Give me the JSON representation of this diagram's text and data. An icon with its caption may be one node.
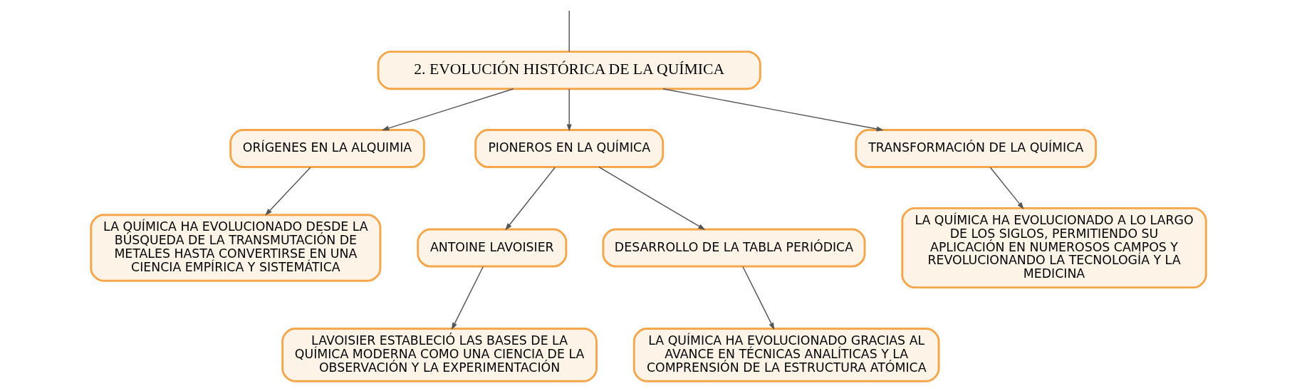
{
  "diagram": {
    "nodes": [
      {
        "text": [
          "2. EVOLUCIÓN HISTÓRICA DE LA QUÍMICA"
        ]
      },
      {
        "text": [
          "ORÍGENES EN LA ALQUIMIA"
        ]
      },
      {
        "text": [
          "PIONEROS EN LA QUÍMICA"
        ]
      },
      {
        "text": [
          "TRANSFORMACIÓN DE LA QUÍMICA"
        ]
      },
      {
        "text": [
          "LA QUÍMICA HA EVOLUCIONADO DESDE LA BÚSQUEDA DE LA TRANSMUTACIÓN DE METALES HASTA CONVERTIRSE EN UNA CIENCIA EMPÍRICA Y SISTEMÁTICA"
        ]
      },
      {
        "text": [
          "ANTOINE LAVOISIER"
        ]
      },
      {
        "text": [
          "DESARROLLO DE LA TABLA PERIÓDICA"
        ]
      },
      {
        "text": [
          "LA QUÍMICA HA EVOLUCIONADO A LO LARGO DE LOS SIGLOS, PERMITIENDO SU APLICACIÓN EN NUMEROSOS CAMPOS Y REVOLUCIONANDO LA TECNOLOGÍA Y LA MEDICINA"
        ]
      },
      {
        "text": [
          "LAVOISIER ESTABLECIÓ LAS BASES DE LA QUÍMICA MODERNA COMO UNA CIENCIA DE LA OBSERVACIÓN Y LA EXPERIMENTACIÓN"
        ]
      },
      {
        "text": [
          "LA QUÍMICA HA EVOLUCIONADO GRACIAS AL AVANCE EN TÉCNICAS ANALÍTICAS Y LA COMPRENSIÓN DE LA ESTRUCTURA ATÓMICA"
        ]
      }
    ],
    "edges": [
      {
        "from": null,
        "to": 0,
        "arrow": "none"
      },
      {
        "from": 0,
        "to": 1,
        "arrow": "to"
      },
      {
        "from": 0,
        "to": 2,
        "arrow": "to"
      },
      {
        "from": 0,
        "to": 3,
        "arrow": "to"
      },
      {
        "from": 1,
        "to": 4,
        "arrow": "to"
      },
      {
        "from": 2,
        "to": 5,
        "arrow": "to"
      },
      {
        "from": 2,
        "to": 6,
        "arrow": "to"
      },
      {
        "from": 3,
        "to": 7,
        "arrow": "to"
      },
      {
        "from": 5,
        "to": 8,
        "arrow": "to"
      },
      {
        "from": 6,
        "to": 9,
        "arrow": "to"
      }
    ]
  }
}
